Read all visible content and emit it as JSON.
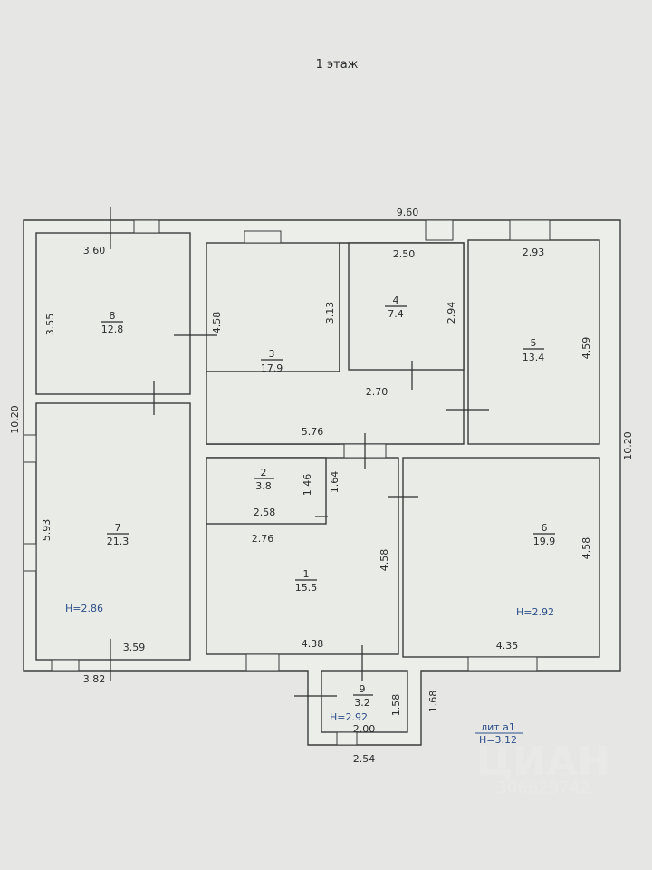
{
  "title": "1 этаж",
  "overall": {
    "width": "9.60",
    "height_left": "10.20",
    "height_right": "10.20"
  },
  "rooms": [
    {
      "number": "1",
      "area": "15.5"
    },
    {
      "number": "2",
      "area": "3.8"
    },
    {
      "number": "3",
      "area": "17.9"
    },
    {
      "number": "4",
      "area": "7.4"
    },
    {
      "number": "5",
      "area": "13.4"
    },
    {
      "number": "6",
      "area": "19.9"
    },
    {
      "number": "7",
      "area": "21.3"
    },
    {
      "number": "8",
      "area": "12.8"
    },
    {
      "number": "9",
      "area": "3.2"
    }
  ],
  "dims": {
    "r8_w": "3.60",
    "r8_h": "3.55",
    "r3_left": "4.58",
    "r3_h": "3.13",
    "r4_w": "2.50",
    "r4_h": "2.94",
    "r4_bottom": "2.70",
    "r5_w": "2.93",
    "r5_h": "4.59",
    "r3_bottom": "5.76",
    "r2_h1": "1.46",
    "r2_h2": "1.64",
    "r2_w": "2.58",
    "r1_top": "2.76",
    "r1_h": "4.58",
    "r1_w": "4.38",
    "r6_h": "4.58",
    "r6_w": "4.35",
    "r7_h": "5.93",
    "r7_w": "3.59",
    "outer_bottom_left": "3.82",
    "r9_h": "1.58",
    "r9_outer_h": "1.68",
    "r9_w": "2.00",
    "r9_outer_w": "2.54"
  },
  "heights": {
    "r7": "H=2.86",
    "r6": "H=2.92",
    "r9": "H=2.92"
  },
  "legend": {
    "lit": "лит  а1",
    "height": "H=3.12"
  },
  "watermark": "ЦИАН 306629742",
  "colors": {
    "lines": "#3a3c3d",
    "blue_text": "#2d4f8a",
    "paper": "#e6e7e4"
  }
}
